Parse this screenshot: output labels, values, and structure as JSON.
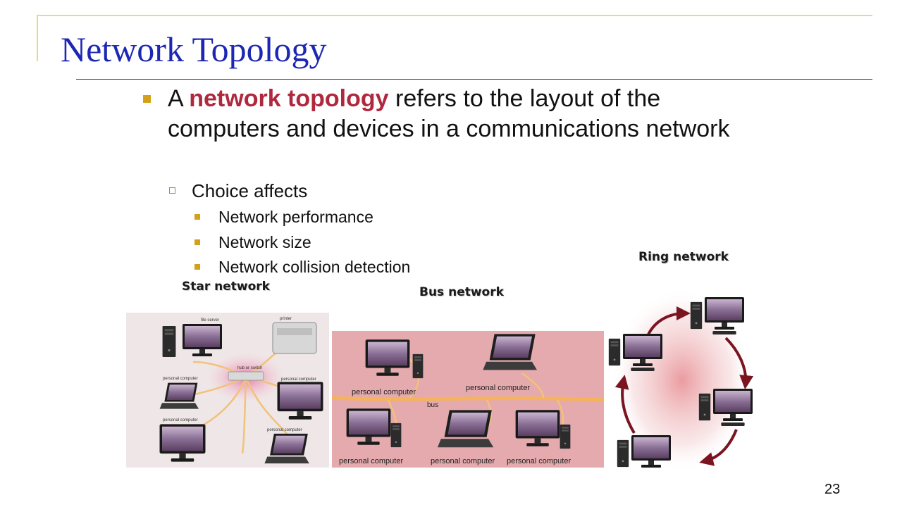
{
  "slide": {
    "title": "Network Topology",
    "page_number": "23"
  },
  "bullet_main": {
    "prefix": "A ",
    "emphasis": "network topology",
    "suffix": " refers to the layout of the computers and devices in a communications network"
  },
  "sub_bullet": {
    "text": "Choice affects",
    "items": [
      "Network performance",
      "Network size",
      "Network collision detection"
    ]
  },
  "figures": {
    "star": {
      "label": "Star network",
      "file_server": "file server",
      "printer": "printer",
      "hub": "hub or switch",
      "pc_label": "personal computer"
    },
    "bus": {
      "label": "Bus network",
      "bus_text": "bus",
      "pc_label": "personal computer"
    },
    "ring": {
      "label": "Ring network"
    }
  },
  "colors": {
    "title": "#1c27b3",
    "emphasis": "#b0283e",
    "bullet": "#d4a017",
    "accent_rule": "#e8d98a"
  }
}
